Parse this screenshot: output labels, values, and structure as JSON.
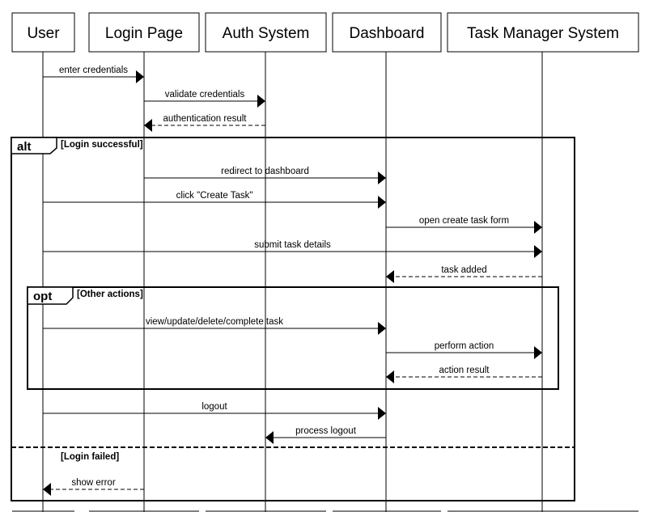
{
  "participants": [
    {
      "id": "user",
      "label": "User"
    },
    {
      "id": "login",
      "label": "Login Page"
    },
    {
      "id": "auth",
      "label": "Auth System"
    },
    {
      "id": "dash",
      "label": "Dashboard"
    },
    {
      "id": "tms",
      "label": "Task Manager System"
    }
  ],
  "messages": [
    {
      "from": "user",
      "to": "login",
      "label": "enter credentials",
      "style": "solid"
    },
    {
      "from": "login",
      "to": "auth",
      "label": "validate credentials",
      "style": "solid"
    },
    {
      "from": "auth",
      "to": "login",
      "label": "authentication result",
      "style": "dashed"
    },
    {
      "from": "login",
      "to": "dash",
      "label": "redirect to dashboard",
      "style": "solid"
    },
    {
      "from": "user",
      "to": "dash",
      "label": "click \"Create Task\"",
      "style": "solid"
    },
    {
      "from": "dash",
      "to": "tms",
      "label": "open create task form",
      "style": "solid"
    },
    {
      "from": "user",
      "to": "tms",
      "label": "submit task details",
      "style": "solid"
    },
    {
      "from": "tms",
      "to": "dash",
      "label": "task added",
      "style": "dashed"
    },
    {
      "from": "user",
      "to": "dash",
      "label": "view/update/delete/complete task",
      "style": "solid"
    },
    {
      "from": "dash",
      "to": "tms",
      "label": "perform action",
      "style": "solid"
    },
    {
      "from": "tms",
      "to": "dash",
      "label": "action result",
      "style": "dashed"
    },
    {
      "from": "user",
      "to": "dash",
      "label": "logout",
      "style": "solid"
    },
    {
      "from": "dash",
      "to": "auth",
      "label": "process logout",
      "style": "solid"
    },
    {
      "from": "login",
      "to": "user",
      "label": "show error",
      "style": "dashed"
    }
  ],
  "fragments": {
    "alt": {
      "keyword": "alt",
      "guard": "[Login successful]",
      "else_guard": "[Login failed]"
    },
    "opt": {
      "keyword": "opt",
      "guard": "[Other actions]"
    }
  }
}
